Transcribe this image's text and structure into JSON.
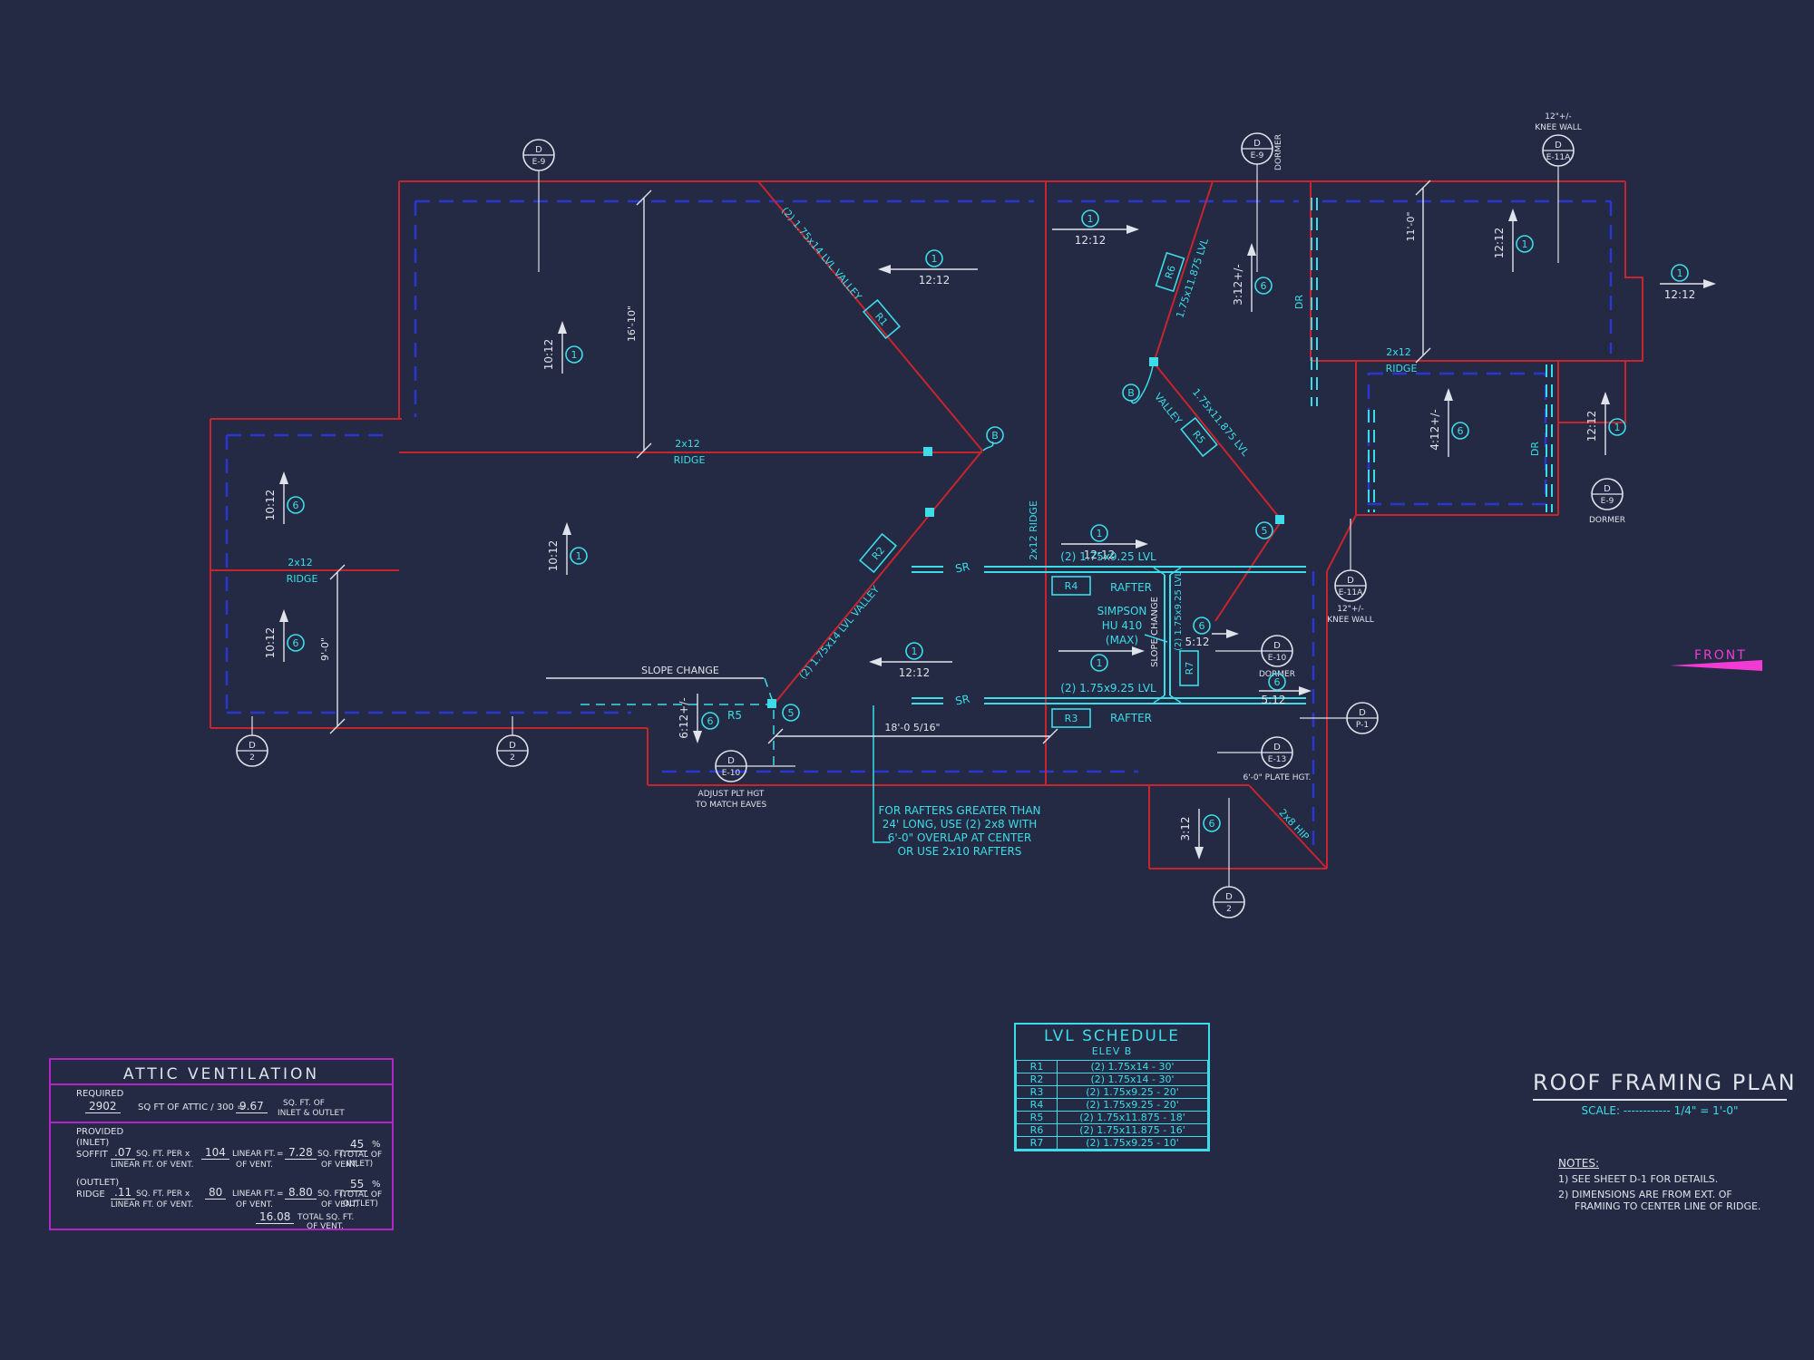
{
  "front": "FRONT",
  "title_block": {
    "title": "ROOF FRAMING PLAN",
    "scale": "SCALE:  ------------  1/4\" = 1'-0\"",
    "notes_heading": "NOTES:",
    "note1": "1)  SEE SHEET D-1 FOR DETAILS.",
    "note2a": "2)  DIMENSIONS ARE FROM EXT. OF",
    "note2b": "FRAMING TO CENTER LINE OF RIDGE."
  },
  "lvl": {
    "title": "LVL SCHEDULE",
    "subtitle": "ELEV B",
    "rows": [
      {
        "mark": "R1",
        "size": "(2) 1.75x14 - 30'"
      },
      {
        "mark": "R2",
        "size": "(2) 1.75x14 - 30'"
      },
      {
        "mark": "R3",
        "size": "(2) 1.75x9.25 - 20'"
      },
      {
        "mark": "R4",
        "size": "(2) 1.75x9.25 - 20'"
      },
      {
        "mark": "R5",
        "size": "(2) 1.75x11.875 - 18'"
      },
      {
        "mark": "R6",
        "size": "(2) 1.75x11.875 - 16'"
      },
      {
        "mark": "R7",
        "size": "(2) 1.75x9.25 - 10'"
      }
    ]
  },
  "attic": {
    "title": "ATTIC VENTILATION",
    "required_label": "REQUIRED",
    "required_value": "2902",
    "required_mid": "SQ FT OF ATTIC / 300 =",
    "required_result": "9.67",
    "required_unit1": "SQ. FT. OF",
    "required_unit2": "INLET & OUTLET",
    "provided_label": "PROVIDED",
    "inlet_tag": "(INLET)",
    "soffit_label": "SOFFIT",
    "soffit_rate": ".07",
    "rate_unit": "SQ. FT. PER x",
    "rate_sub": "LINEAR FT. OF VENT.",
    "soffit_linear": "104",
    "linear_unit": "LINEAR FT.",
    "linear_sub": "OF VENT.",
    "eq": "=",
    "soffit_total": "7.28",
    "total_unit": "SQ. FT.",
    "total_sub": "OF VENT.",
    "inlet_pct": "45",
    "pct": "%",
    "total_of": "(TOTAL OF",
    "inlet_close": "INLET)",
    "outlet_tag": "(OUTLET)",
    "ridge_label": "RIDGE",
    "ridge_rate": ".11",
    "ridge_linear": "80",
    "ridge_total": "8.80",
    "outlet_pct": "55",
    "outlet_close": "OUTLET)",
    "grand_total": "16.08",
    "grand_label1": "TOTAL  SQ. FT.",
    "grand_label2": "OF VENT."
  },
  "plan": {
    "labels": {
      "slope_10_12": "10:12",
      "slope_12_12": "12:12",
      "slope_3_12pm": "3:12+/-",
      "slope_4_12pm": "4:12+/-",
      "slope_5_12": "5:12",
      "slope_6_12pm": "6:12+/-",
      "slope_3_12": "3:12",
      "ridge_a": "2x12",
      "ridge_b": "RIDGE",
      "ridge_vert": "2x12 RIDGE",
      "hip_2x8": "2x8 HIP",
      "lvl_14_valley": "(2) 1.75x14 LVL VALLEY",
      "lvl_11875": "1.75x11.875 LVL",
      "valley_word": "VALLEY",
      "lvl_925": "(2) 1.75x9.25 LVL",
      "rafter": "RAFTER",
      "sr": "SR",
      "slope_change": "SLOPE CHANGE",
      "simpson1": "SIMPSON",
      "simpson2": "HU 410",
      "simpson3": "(MAX)",
      "r1": "R1",
      "r2": "R2",
      "r3": "R3",
      "r4": "R4",
      "r5": "R5",
      "r6": "R6",
      "r7": "R7",
      "dr": "DR",
      "dim_16_10": "16'-10\"",
      "dim_9_0": "9'-0\"",
      "dim_11_0": "11'-0\"",
      "dim_18": "18'-0 5/16\"",
      "knee_1": "12\"+/-",
      "knee_2": "KNEE WALL",
      "dormer": "DORMER",
      "plate_hgt": "6'-0\" PLATE HGT.",
      "adjust_1": "ADJUST PLT HGT",
      "adjust_2": "TO MATCH EAVES",
      "note_1": "FOR RAFTERS GREATER THAN",
      "note_2": "24' LONG, USE (2) 2x8 WITH",
      "note_3": "6'-0\" OVERLAP AT CENTER",
      "note_4": "OR USE 2x10 RAFTERS",
      "cal_d": "D",
      "cal_e9": "E-9",
      "cal_e10": "E-10",
      "cal_e11a": "E-11A",
      "cal_e13": "E-13",
      "cal_p1": "P-1",
      "cal_2": "2",
      "n1": "1",
      "n5": "5",
      "n6": "6",
      "nb": "B"
    }
  }
}
